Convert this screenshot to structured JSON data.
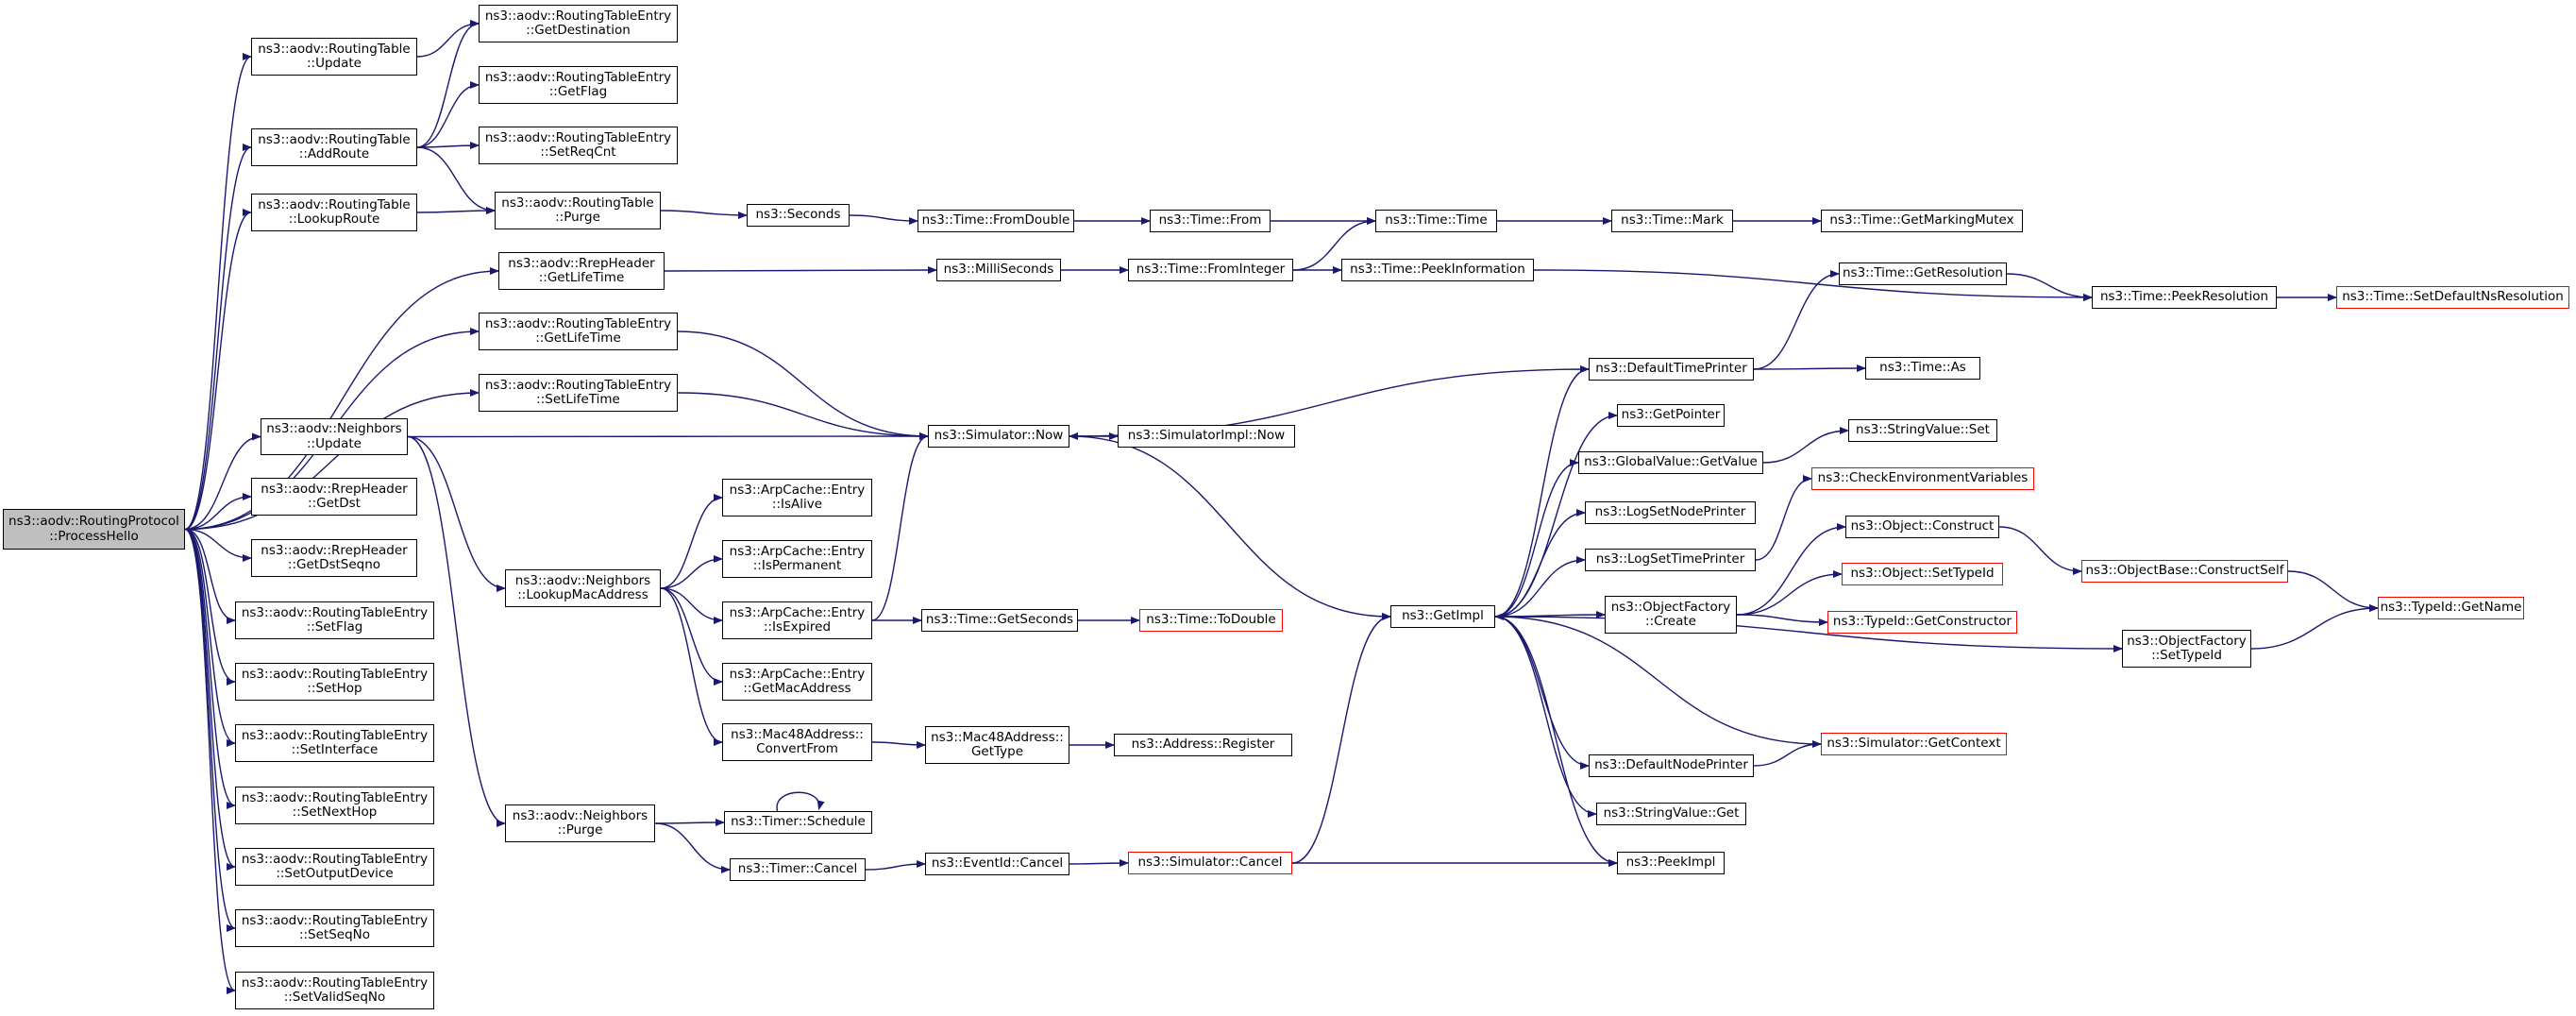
{
  "colors": {
    "edge": "#191970",
    "border": "#000000",
    "missing_border": "#ff0000",
    "root_fill": "#bfbfbf"
  },
  "nodes": [
    {
      "id": "root",
      "lines": [
        "ns3::aodv::RoutingProtocol",
        "::ProcessHello"
      ],
      "kind": "root"
    },
    {
      "id": "rt_update",
      "lines": [
        "ns3::aodv::RoutingTable",
        "::Update"
      ]
    },
    {
      "id": "rt_addroute",
      "lines": [
        "ns3::aodv::RoutingTable",
        "::AddRoute"
      ]
    },
    {
      "id": "rt_lookuproute",
      "lines": [
        "ns3::aodv::RoutingTable",
        "::LookupRoute"
      ]
    },
    {
      "id": "rrep_getlifetime",
      "lines": [
        "ns3::aodv::RrepHeader",
        "::GetLifeTime"
      ]
    },
    {
      "id": "rte_getlifetime",
      "lines": [
        "ns3::aodv::RoutingTableEntry",
        "::GetLifeTime"
      ]
    },
    {
      "id": "rte_setlifetime",
      "lines": [
        "ns3::aodv::RoutingTableEntry",
        "::SetLifeTime"
      ]
    },
    {
      "id": "nb_update",
      "lines": [
        "ns3::aodv::Neighbors",
        "::Update"
      ]
    },
    {
      "id": "rrep_getdst",
      "lines": [
        "ns3::aodv::RrepHeader",
        "::GetDst"
      ]
    },
    {
      "id": "rrep_getdstseqno",
      "lines": [
        "ns3::aodv::RrepHeader",
        "::GetDstSeqno"
      ]
    },
    {
      "id": "rte_setflag",
      "lines": [
        "ns3::aodv::RoutingTableEntry",
        "::SetFlag"
      ]
    },
    {
      "id": "rte_sethop",
      "lines": [
        "ns3::aodv::RoutingTableEntry",
        "::SetHop"
      ]
    },
    {
      "id": "rte_setinterface",
      "lines": [
        "ns3::aodv::RoutingTableEntry",
        "::SetInterface"
      ]
    },
    {
      "id": "rte_setnexthop",
      "lines": [
        "ns3::aodv::RoutingTableEntry",
        "::SetNextHop"
      ]
    },
    {
      "id": "rte_setoutputdevice",
      "lines": [
        "ns3::aodv::RoutingTableEntry",
        "::SetOutputDevice"
      ]
    },
    {
      "id": "rte_setseqno",
      "lines": [
        "ns3::aodv::RoutingTableEntry",
        "::SetSeqNo"
      ]
    },
    {
      "id": "rte_setvalidseqno",
      "lines": [
        "ns3::aodv::RoutingTableEntry",
        "::SetValidSeqNo"
      ]
    },
    {
      "id": "rte_getdestination",
      "lines": [
        "ns3::aodv::RoutingTableEntry",
        "::GetDestination"
      ]
    },
    {
      "id": "rte_getflag",
      "lines": [
        "ns3::aodv::RoutingTableEntry",
        "::GetFlag"
      ]
    },
    {
      "id": "rte_setreqcnt",
      "lines": [
        "ns3::aodv::RoutingTableEntry",
        "::SetReqCnt"
      ]
    },
    {
      "id": "rt_purge",
      "lines": [
        "ns3::aodv::RoutingTable",
        "::Purge"
      ]
    },
    {
      "id": "nb_lookupmac",
      "lines": [
        "ns3::aodv::Neighbors",
        "::LookupMacAddress"
      ]
    },
    {
      "id": "nb_purge",
      "lines": [
        "ns3::aodv::Neighbors",
        "::Purge"
      ]
    },
    {
      "id": "seconds",
      "lines": [
        "ns3::Seconds"
      ]
    },
    {
      "id": "time_fromdouble",
      "lines": [
        "ns3::Time::FromDouble"
      ]
    },
    {
      "id": "time_from",
      "lines": [
        "ns3::Time::From"
      ]
    },
    {
      "id": "time_time",
      "lines": [
        "ns3::Time::Time"
      ]
    },
    {
      "id": "time_mark",
      "lines": [
        "ns3::Time::Mark"
      ]
    },
    {
      "id": "time_getmarkingmutex",
      "lines": [
        "ns3::Time::GetMarkingMutex"
      ]
    },
    {
      "id": "milliseconds",
      "lines": [
        "ns3::MilliSeconds"
      ]
    },
    {
      "id": "time_frominteger",
      "lines": [
        "ns3::Time::FromInteger"
      ]
    },
    {
      "id": "time_peekinformation",
      "lines": [
        "ns3::Time::PeekInformation"
      ]
    },
    {
      "id": "time_peekresolution",
      "lines": [
        "ns3::Time::PeekResolution"
      ]
    },
    {
      "id": "time_setdefaultnsresolution",
      "lines": [
        "ns3::Time::SetDefaultNsResolution"
      ],
      "kind": "missing"
    },
    {
      "id": "time_getresolution",
      "lines": [
        "ns3::Time::GetResolution"
      ]
    },
    {
      "id": "defaulttimeprinter",
      "lines": [
        "ns3::DefaultTimePrinter"
      ]
    },
    {
      "id": "time_as",
      "lines": [
        "ns3::Time::As"
      ]
    },
    {
      "id": "simulator_now",
      "lines": [
        "ns3::Simulator::Now"
      ]
    },
    {
      "id": "simulatorimpl_now",
      "lines": [
        "ns3::SimulatorImpl::Now"
      ]
    },
    {
      "id": "getpointer",
      "lines": [
        "ns3::GetPointer"
      ]
    },
    {
      "id": "globalvalue_getvalue",
      "lines": [
        "ns3::GlobalValue::GetValue"
      ]
    },
    {
      "id": "stringvalue_set",
      "lines": [
        "ns3::StringValue::Set"
      ]
    },
    {
      "id": "checkenv",
      "lines": [
        "ns3::CheckEnvironmentVariables"
      ],
      "kind": "missing"
    },
    {
      "id": "logsetnodeprinter",
      "lines": [
        "ns3::LogSetNodePrinter"
      ]
    },
    {
      "id": "logsettimeprinter",
      "lines": [
        "ns3::LogSetTimePrinter"
      ]
    },
    {
      "id": "object_construct",
      "lines": [
        "ns3::Object::Construct"
      ]
    },
    {
      "id": "objectbase_constructself",
      "lines": [
        "ns3::ObjectBase::ConstructSelf"
      ],
      "kind": "missing"
    },
    {
      "id": "object_settypeid",
      "lines": [
        "ns3::Object::SetTypeId"
      ],
      "kind": "missing"
    },
    {
      "id": "objectfactory_create",
      "lines": [
        "ns3::ObjectFactory",
        "::Create"
      ]
    },
    {
      "id": "typeid_getconstructor",
      "lines": [
        "ns3::TypeId::GetConstructor"
      ],
      "kind": "missing"
    },
    {
      "id": "typeid_getname",
      "lines": [
        "ns3::TypeId::GetName"
      ],
      "kind": "missing"
    },
    {
      "id": "getimpl",
      "lines": [
        "ns3::GetImpl"
      ]
    },
    {
      "id": "objectfactory_settypeid",
      "lines": [
        "ns3::ObjectFactory",
        "::SetTypeId"
      ]
    },
    {
      "id": "arp_isalive",
      "lines": [
        "ns3::ArpCache::Entry",
        "::IsAlive"
      ]
    },
    {
      "id": "arp_ispermanent",
      "lines": [
        "ns3::ArpCache::Entry",
        "::IsPermanent"
      ]
    },
    {
      "id": "arp_isexpired",
      "lines": [
        "ns3::ArpCache::Entry",
        "::IsExpired"
      ]
    },
    {
      "id": "arp_getmacaddress",
      "lines": [
        "ns3::ArpCache::Entry",
        "::GetMacAddress"
      ]
    },
    {
      "id": "mac48_convertfrom",
      "lines": [
        "ns3::Mac48Address::",
        "ConvertFrom"
      ]
    },
    {
      "id": "time_getseconds",
      "lines": [
        "ns3::Time::GetSeconds"
      ]
    },
    {
      "id": "time_todouble",
      "lines": [
        "ns3::Time::ToDouble"
      ],
      "kind": "missing"
    },
    {
      "id": "mac48_gettype",
      "lines": [
        "ns3::Mac48Address::",
        "GetType"
      ]
    },
    {
      "id": "address_register",
      "lines": [
        "ns3::Address::Register"
      ]
    },
    {
      "id": "defaultnodeprinter",
      "lines": [
        "ns3::DefaultNodePrinter"
      ]
    },
    {
      "id": "simulator_getcontext",
      "lines": [
        "ns3::Simulator::GetContext"
      ],
      "kind": "missing"
    },
    {
      "id": "stringvalue_get",
      "lines": [
        "ns3::StringValue::Get"
      ]
    },
    {
      "id": "peekimpl",
      "lines": [
        "ns3::PeekImpl"
      ]
    },
    {
      "id": "timer_schedule",
      "lines": [
        "ns3::Timer::Schedule"
      ]
    },
    {
      "id": "timer_cancel",
      "lines": [
        "ns3::Timer::Cancel"
      ]
    },
    {
      "id": "eventid_cancel",
      "lines": [
        "ns3::EventId::Cancel"
      ]
    },
    {
      "id": "simulator_cancel",
      "lines": [
        "ns3::Simulator::Cancel"
      ],
      "kind": "missing"
    }
  ],
  "edges": [
    [
      "root",
      "rt_update"
    ],
    [
      "root",
      "rt_addroute"
    ],
    [
      "root",
      "rt_lookuproute"
    ],
    [
      "root",
      "rrep_getlifetime"
    ],
    [
      "root",
      "rte_getlifetime"
    ],
    [
      "root",
      "rte_setlifetime"
    ],
    [
      "root",
      "nb_update"
    ],
    [
      "root",
      "rrep_getdst"
    ],
    [
      "root",
      "rrep_getdstseqno"
    ],
    [
      "root",
      "rte_setflag"
    ],
    [
      "root",
      "rte_sethop"
    ],
    [
      "root",
      "rte_setinterface"
    ],
    [
      "root",
      "rte_setnexthop"
    ],
    [
      "root",
      "rte_setoutputdevice"
    ],
    [
      "root",
      "rte_setseqno"
    ],
    [
      "root",
      "rte_setvalidseqno"
    ],
    [
      "rt_update",
      "rte_getdestination"
    ],
    [
      "rt_addroute",
      "rte_getdestination"
    ],
    [
      "rt_addroute",
      "rte_getflag"
    ],
    [
      "rt_addroute",
      "rte_setreqcnt"
    ],
    [
      "rt_addroute",
      "rt_purge"
    ],
    [
      "rt_lookuproute",
      "rt_purge"
    ],
    [
      "rt_purge",
      "seconds"
    ],
    [
      "seconds",
      "time_fromdouble"
    ],
    [
      "time_fromdouble",
      "time_from"
    ],
    [
      "time_from",
      "time_time"
    ],
    [
      "time_time",
      "time_mark"
    ],
    [
      "time_mark",
      "time_getmarkingmutex"
    ],
    [
      "rrep_getlifetime",
      "milliseconds"
    ],
    [
      "milliseconds",
      "time_frominteger"
    ],
    [
      "time_frominteger",
      "time_time"
    ],
    [
      "time_frominteger",
      "time_peekinformation"
    ],
    [
      "time_peekinformation",
      "time_peekresolution"
    ],
    [
      "time_peekresolution",
      "time_setdefaultnsresolution"
    ],
    [
      "rte_getlifetime",
      "simulator_now"
    ],
    [
      "rte_setlifetime",
      "simulator_now"
    ],
    [
      "nb_update",
      "simulator_now"
    ],
    [
      "nb_update",
      "nb_lookupmac"
    ],
    [
      "nb_update",
      "nb_purge"
    ],
    [
      "simulator_now",
      "simulatorimpl_now"
    ],
    [
      "simulator_now",
      "getimpl"
    ],
    [
      "defaulttimeprinter",
      "simulator_now"
    ],
    [
      "defaulttimeprinter",
      "time_getresolution"
    ],
    [
      "defaulttimeprinter",
      "time_as"
    ],
    [
      "time_getresolution",
      "time_peekresolution"
    ],
    [
      "globalvalue_getvalue",
      "stringvalue_set"
    ],
    [
      "logsettimeprinter",
      "checkenv"
    ],
    [
      "objectfactory_create",
      "object_construct"
    ],
    [
      "objectfactory_create",
      "object_settypeid"
    ],
    [
      "objectfactory_create",
      "typeid_getconstructor"
    ],
    [
      "object_construct",
      "objectbase_constructself"
    ],
    [
      "objectbase_constructself",
      "typeid_getname"
    ],
    [
      "objectfactory_settypeid",
      "typeid_getname"
    ],
    [
      "getimpl",
      "defaulttimeprinter"
    ],
    [
      "getimpl",
      "getpointer"
    ],
    [
      "getimpl",
      "globalvalue_getvalue"
    ],
    [
      "getimpl",
      "logsetnodeprinter"
    ],
    [
      "getimpl",
      "logsettimeprinter"
    ],
    [
      "getimpl",
      "objectfactory_create"
    ],
    [
      "getimpl",
      "objectfactory_settypeid"
    ],
    [
      "getimpl",
      "defaultnodeprinter"
    ],
    [
      "getimpl",
      "stringvalue_get"
    ],
    [
      "getimpl",
      "peekimpl"
    ],
    [
      "simulator_getcontext",
      "getimpl"
    ],
    [
      "defaultnodeprinter",
      "simulator_getcontext"
    ],
    [
      "nb_lookupmac",
      "arp_isalive"
    ],
    [
      "nb_lookupmac",
      "arp_ispermanent"
    ],
    [
      "nb_lookupmac",
      "arp_isexpired"
    ],
    [
      "nb_lookupmac",
      "arp_getmacaddress"
    ],
    [
      "nb_lookupmac",
      "mac48_convertfrom"
    ],
    [
      "arp_isexpired",
      "simulator_now"
    ],
    [
      "arp_isexpired",
      "time_getseconds"
    ],
    [
      "time_getseconds",
      "time_todouble"
    ],
    [
      "mac48_convertfrom",
      "mac48_gettype"
    ],
    [
      "mac48_gettype",
      "address_register"
    ],
    [
      "nb_purge",
      "timer_schedule"
    ],
    [
      "nb_purge",
      "timer_cancel"
    ],
    [
      "timer_schedule",
      "timer_schedule"
    ],
    [
      "timer_cancel",
      "eventid_cancel"
    ],
    [
      "eventid_cancel",
      "simulator_cancel"
    ],
    [
      "simulator_cancel",
      "getimpl"
    ],
    [
      "simulator_cancel",
      "peekimpl"
    ]
  ]
}
